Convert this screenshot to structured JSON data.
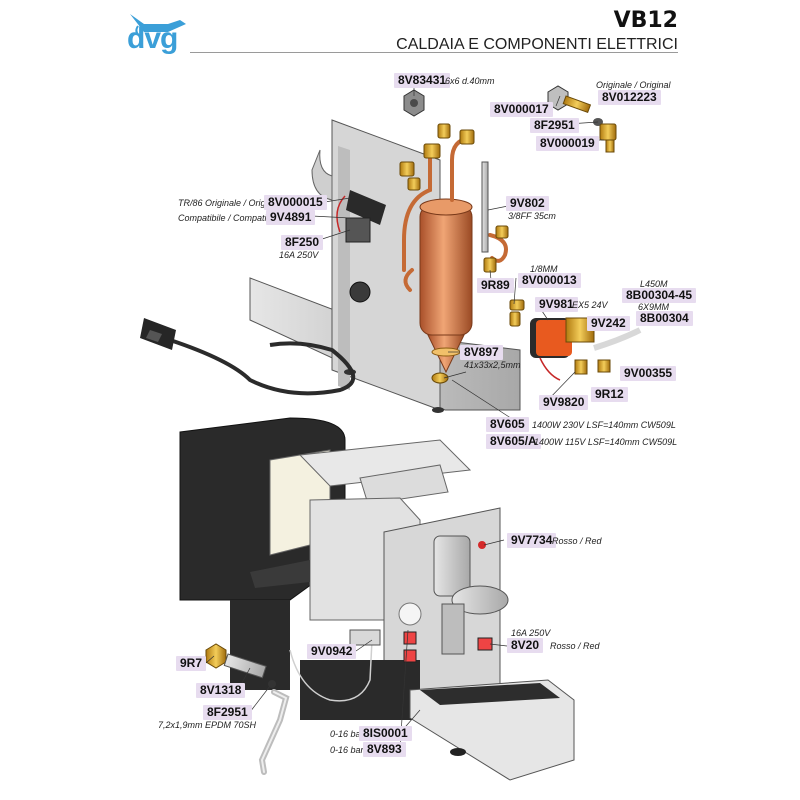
{
  "header": {
    "brand": "dvg",
    "model": "VB12",
    "title": "CALDAIA E COMPONENTI ELETTRICI"
  },
  "parts": {
    "p8V83431": {
      "code": "8V83431",
      "note": "6x6 d.40mm"
    },
    "p8V012223": {
      "code": "8V012223",
      "note": "Originale / Original"
    },
    "p8V000017": {
      "code": "8V000017"
    },
    "p8F2951a": {
      "code": "8F2951"
    },
    "p8V000019": {
      "code": "8V000019"
    },
    "p8V000015": {
      "code": "8V000015",
      "note": "TR/86 Originale / Original"
    },
    "p9V4891": {
      "code": "9V4891",
      "note": "Compatibile / Compatible"
    },
    "p9V802": {
      "code": "9V802",
      "note": "3/8FF 35cm"
    },
    "p8F250": {
      "code": "8F250",
      "note": "16A 250V"
    },
    "p8V000013": {
      "code": "8V000013",
      "note": "1/8MM"
    },
    "p9R89": {
      "code": "9R89"
    },
    "p8B00304_45": {
      "code": "8B00304-45",
      "note": "L450M"
    },
    "p9V981": {
      "code": "9V981",
      "note": "EX5 24V"
    },
    "p8B00304": {
      "code": "8B00304",
      "note": "6X9MM"
    },
    "p9V242": {
      "code": "9V242"
    },
    "p8V897": {
      "code": "8V897",
      "note": "41x33x2,5mm"
    },
    "p9V00355": {
      "code": "9V00355"
    },
    "p9R12": {
      "code": "9R12"
    },
    "p9V9820": {
      "code": "9V9820"
    },
    "p8V605": {
      "code": "8V605",
      "note": "1400W 230V LSF=140mm CW509L"
    },
    "p8V605A": {
      "code": "8V605/A",
      "note": "1400W 115V LSF=140mm CW509L"
    },
    "p9V7734": {
      "code": "9V7734",
      "note": "Rosso / Red"
    },
    "p8V20": {
      "code": "8V20",
      "note": "16A 250V",
      "note2": "Rosso / Red"
    },
    "p9V0942": {
      "code": "9V0942"
    },
    "p9R7": {
      "code": "9R7"
    },
    "p8V1318": {
      "code": "8V1318"
    },
    "p8F2951b": {
      "code": "8F2951",
      "note": "7,2x1,9mm EPDM 70SH"
    },
    "p8IS0001": {
      "code": "8IS0001",
      "note": "0-16 bar"
    },
    "p8V893": {
      "code": "8V893",
      "note": "0-16 bar"
    }
  },
  "colors": {
    "brand": "#3b9fd8",
    "tag_bg": "#e7dcef",
    "copper": "#d9824a",
    "brass": "#d8a020",
    "steel": "#c9c9c9",
    "body_black": "#2a2a2a",
    "red_lamp": "#d42a2a"
  }
}
